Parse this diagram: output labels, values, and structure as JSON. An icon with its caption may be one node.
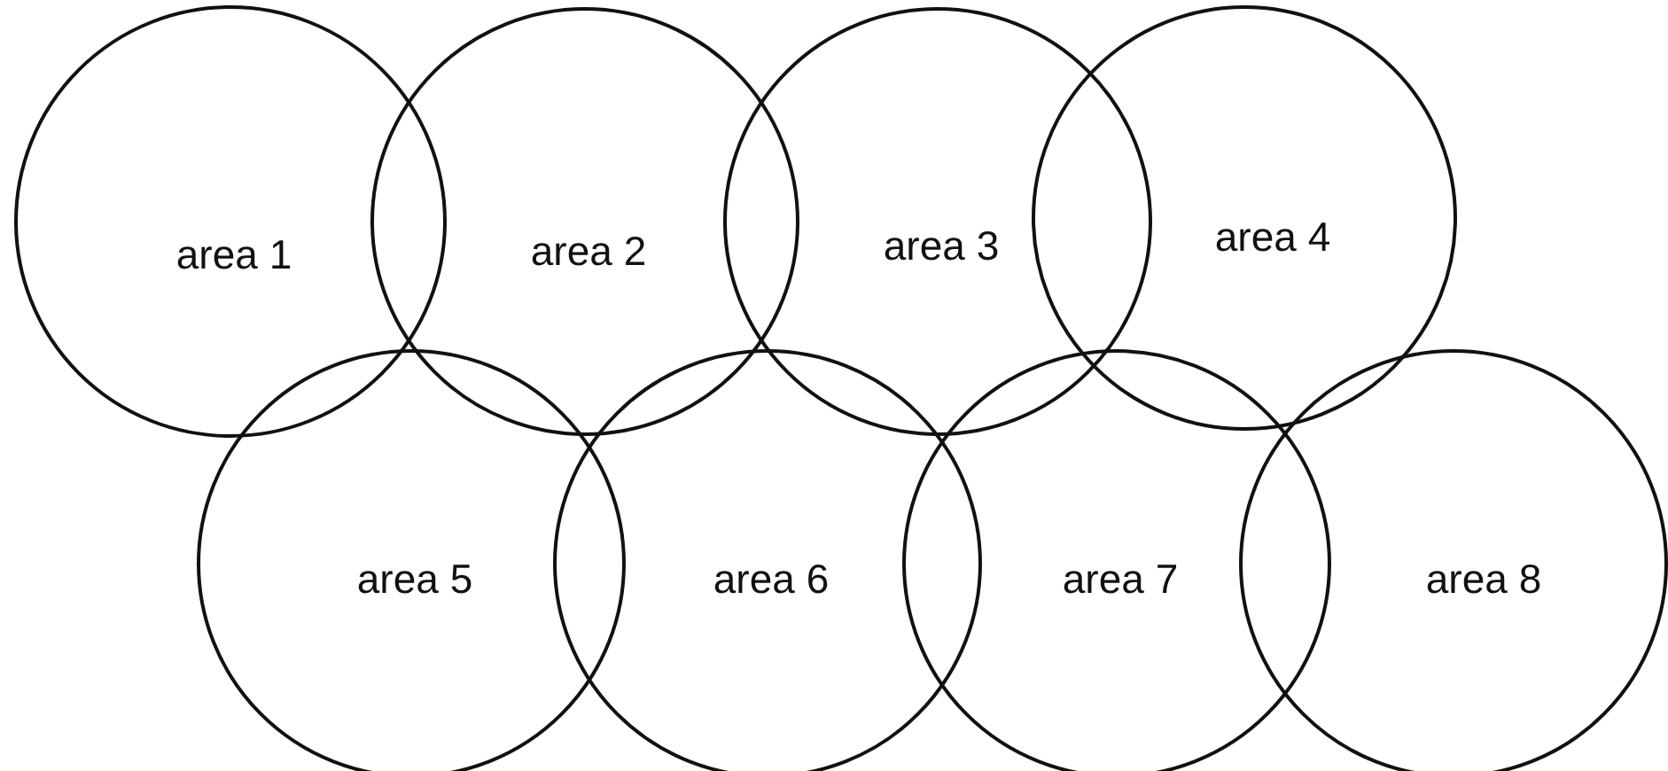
{
  "diagram": {
    "nodes": [
      {
        "text": [
          "area 1"
        ]
      },
      {
        "text": [
          "area 2"
        ]
      },
      {
        "text": [
          "area 3"
        ]
      },
      {
        "text": [
          "area 4"
        ]
      },
      {
        "text": [
          "area 5"
        ]
      },
      {
        "text": [
          "area 6"
        ]
      },
      {
        "text": [
          "area 7"
        ]
      },
      {
        "text": [
          "area 8"
        ]
      }
    ]
  }
}
